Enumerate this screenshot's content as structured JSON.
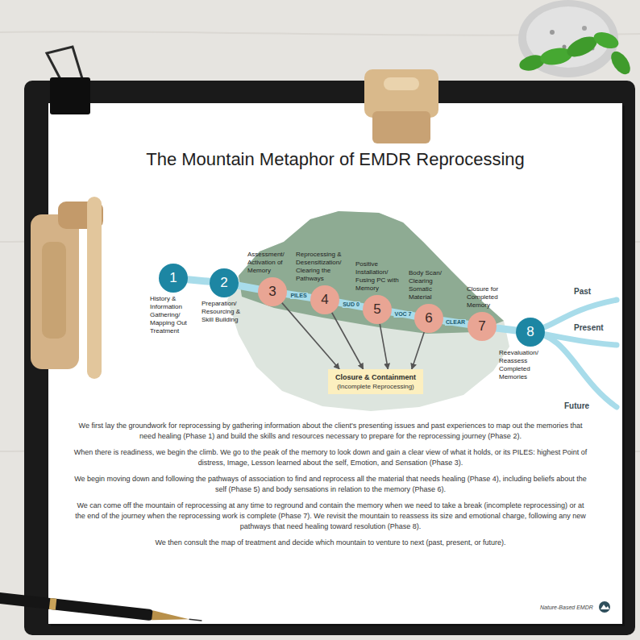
{
  "diagram": {
    "title": "The Mountain Metaphor of EMDR Reprocessing",
    "nodes": [
      {
        "text": [
          "1",
          "History & Information Gathering/ Mapping Out Treatment"
        ]
      },
      {
        "text": [
          "2",
          "Preparation/ Resourcing & Skill Building"
        ]
      },
      {
        "text": [
          "3",
          "Assessment/ Activation of Memory"
        ]
      },
      {
        "text": [
          "4",
          "Reprocessing & Desensitization/ Clearing the Pathways"
        ]
      },
      {
        "text": [
          "5",
          "Positive Installation/ Fusing PC with Memory"
        ]
      },
      {
        "text": [
          "6",
          "Body Scan/ Clearing Somatic Material"
        ]
      },
      {
        "text": [
          "7",
          "Closure for Completed Memory"
        ]
      },
      {
        "text": [
          "8",
          "Reevaluation/ Reassess Completed Memories"
        ]
      },
      {
        "text": [
          "Closure & Containment",
          "(Incomplete Reprocessing)"
        ]
      }
    ],
    "edges": [
      {
        "from": 0,
        "to": 1,
        "arrow": "none"
      },
      {
        "from": 1,
        "to": 2,
        "arrow": "none"
      },
      {
        "from": 2,
        "to": 3,
        "label": "PILES",
        "arrow": "none"
      },
      {
        "from": 3,
        "to": 4,
        "label": "SUD 0",
        "arrow": "none"
      },
      {
        "from": 4,
        "to": 5,
        "label": "VOC 7",
        "arrow": "none"
      },
      {
        "from": 5,
        "to": 6,
        "label": "CLEAR",
        "arrow": "none"
      },
      {
        "from": 6,
        "to": 7,
        "arrow": "none"
      },
      {
        "from": 2,
        "to": 8,
        "arrow": "to"
      },
      {
        "from": 3,
        "to": 8,
        "arrow": "to"
      },
      {
        "from": 4,
        "to": 8,
        "arrow": "to"
      },
      {
        "from": 5,
        "to": 8,
        "arrow": "to"
      }
    ],
    "labels": [
      "Past",
      "Present",
      "Future",
      "We first lay the groundwork for reprocessing by gathering information about the client's presenting issues and past experiences to map out the memories that need healing (Phase 1) and build the skills and resources necessary to prepare for the reprocessing journey (Phase 2).",
      "When there is readiness, we begin the climb. We go to the peak of the memory to look down and gain a clear view of what it holds, or its PILES: highest Point of distress, Image, Lesson learned about the self, Emotion, and Sensation (Phase 3).",
      "We begin moving down and following the pathways of association to find and reprocess all the material that needs healing (Phase 4), including beliefs about the self (Phase 5) and body sensations in relation to the memory (Phase 6).",
      "We can come off the mountain of reprocessing at any time to reground and contain the memory when we need to take a break (incomplete reprocessing) or at the end of the journey when the reprocessing work is complete (Phase 7). We revisit the mountain to reassess its size and emotional charge, following any new pathways that need healing toward resolution (Phase 8).",
      "We then consult the map of treatment and decide which mountain to venture to next (past, present, or future).",
      "Nature-Based EMDR"
    ]
  }
}
